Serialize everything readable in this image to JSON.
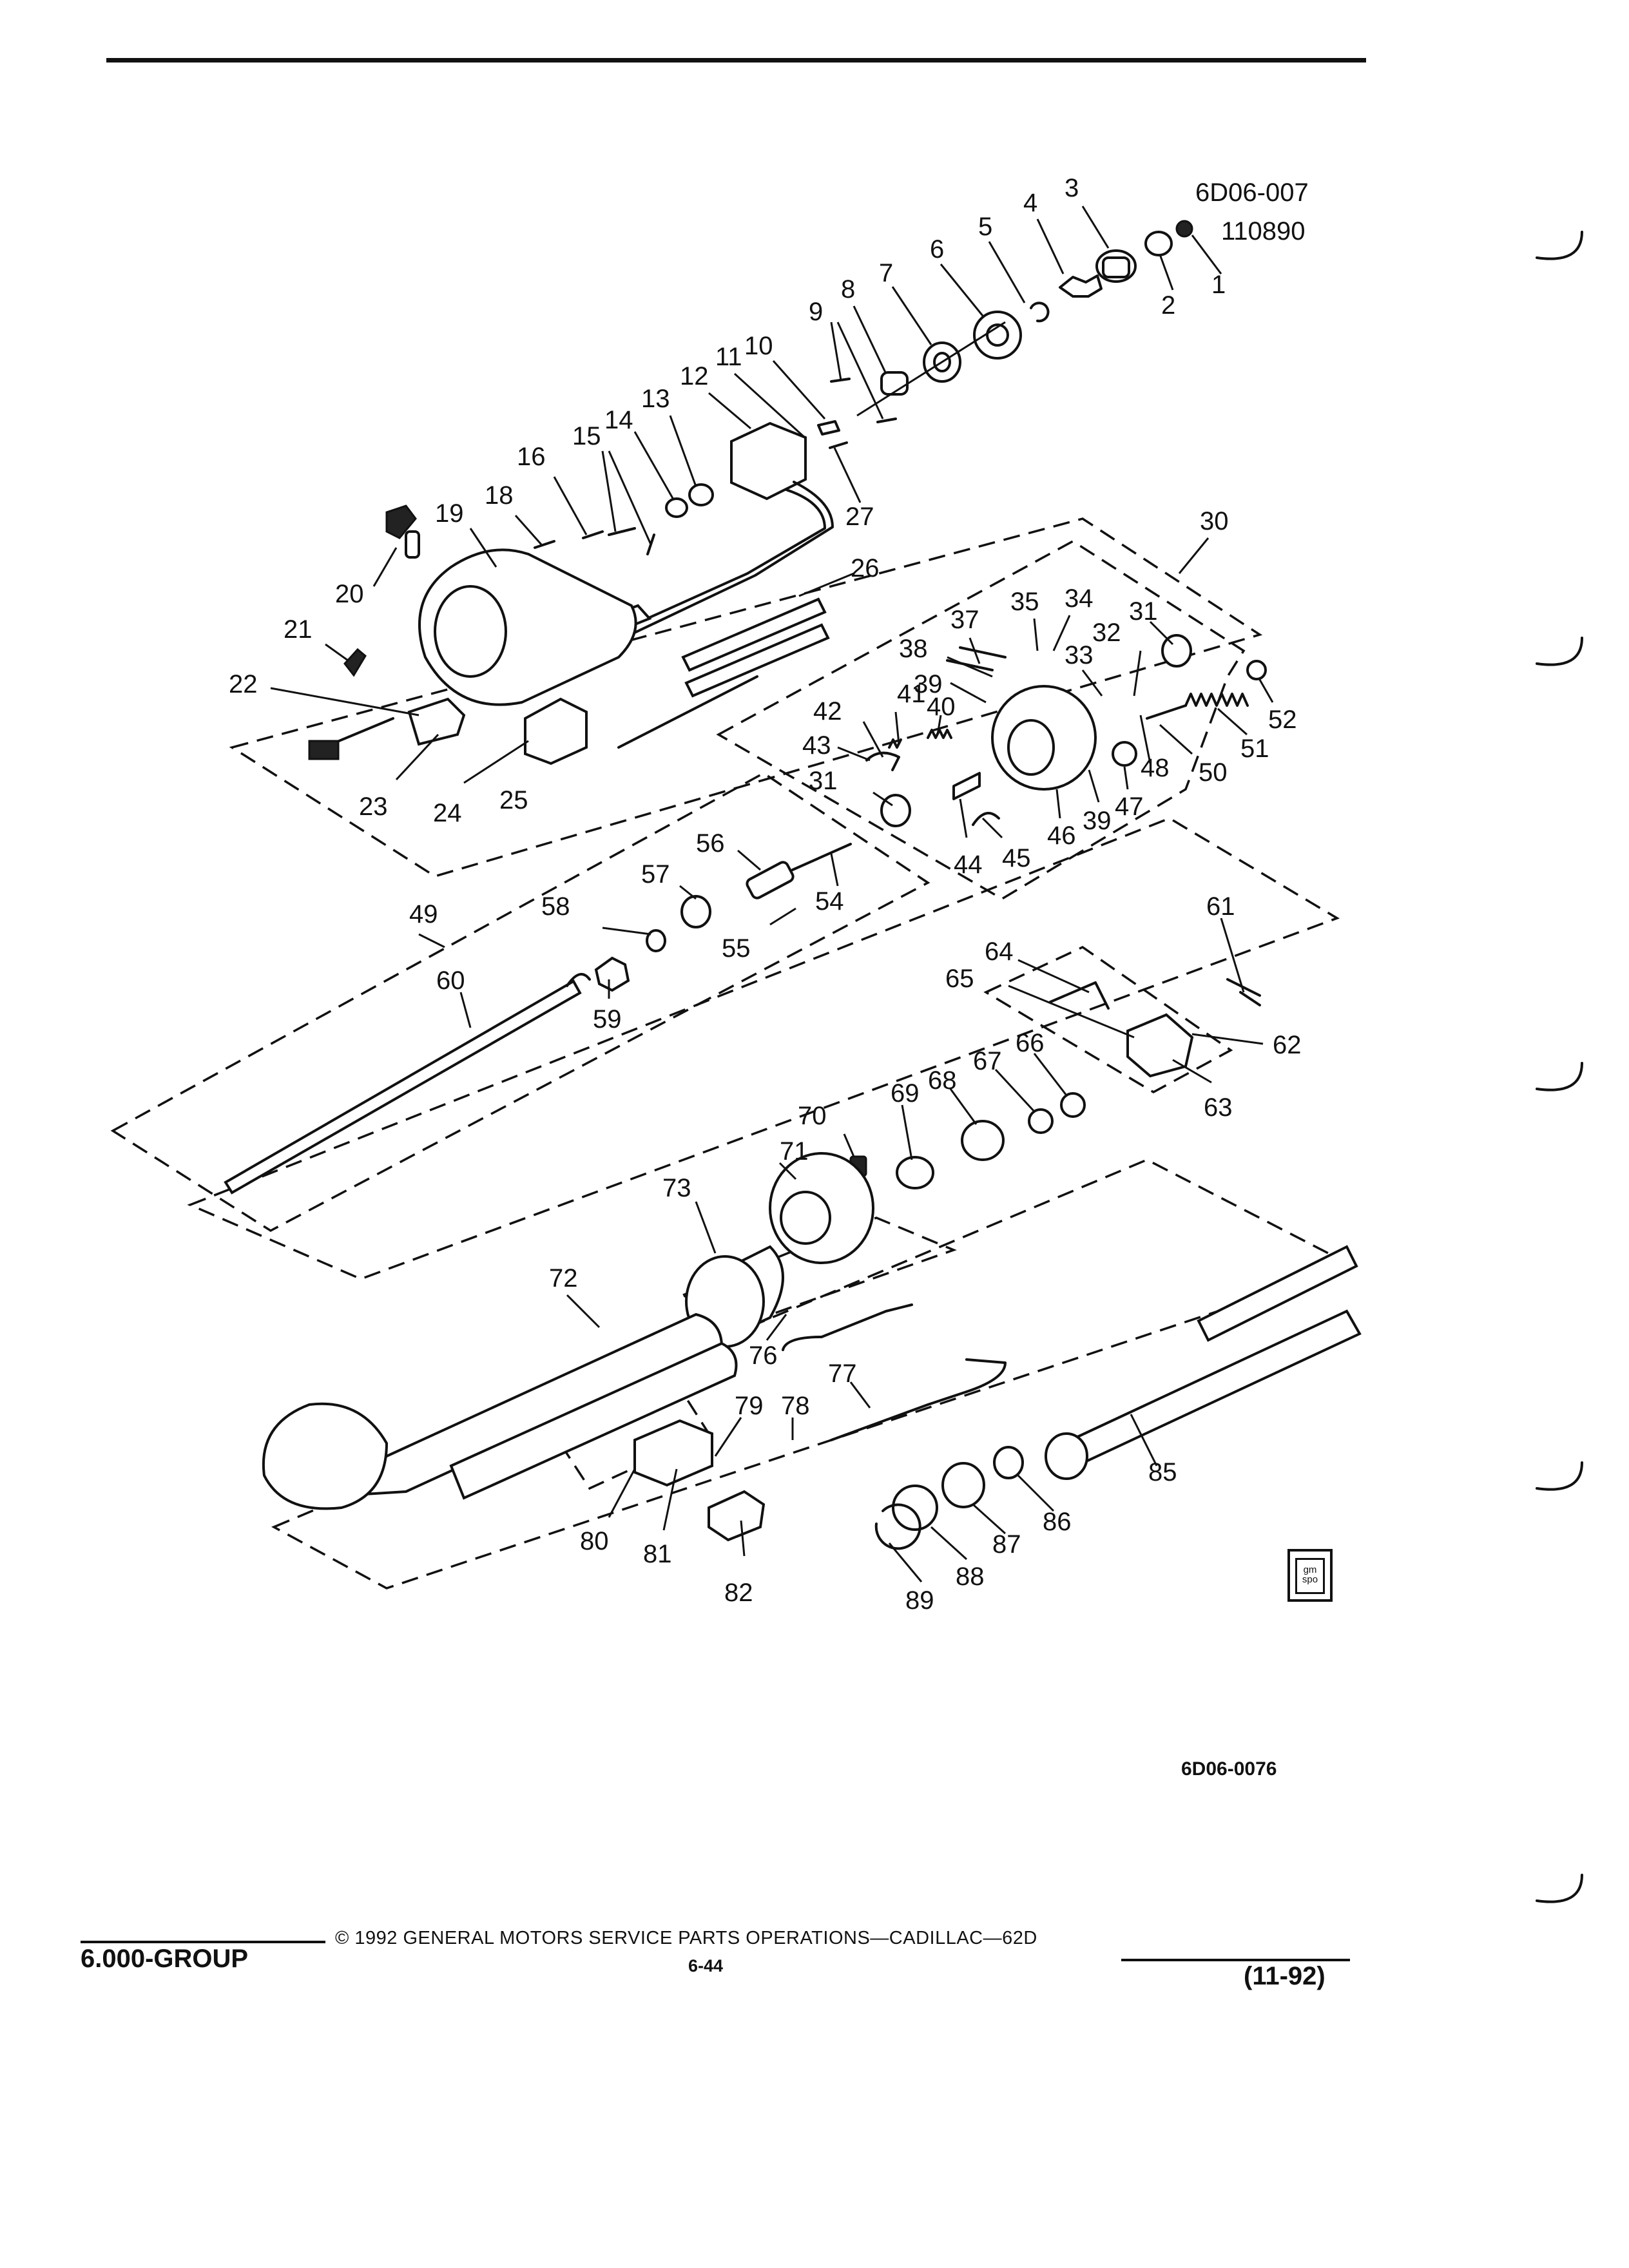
{
  "figure": {
    "code_top": "6D06-007",
    "date_top": "110890",
    "code_bottom": "6D06-0076"
  },
  "callouts": [
    "1",
    "2",
    "3",
    "4",
    "5",
    "6",
    "7",
    "8",
    "9",
    "10",
    "11",
    "12",
    "13",
    "14",
    "15",
    "16",
    "18",
    "19",
    "20",
    "21",
    "22",
    "23",
    "24",
    "25",
    "26",
    "27",
    "30",
    "31",
    "31",
    "32",
    "33",
    "34",
    "35",
    "37",
    "38",
    "39",
    "39",
    "40",
    "41",
    "42",
    "43",
    "44",
    "45",
    "46",
    "47",
    "48",
    "49",
    "50",
    "51",
    "52",
    "54",
    "55",
    "56",
    "57",
    "58",
    "59",
    "60",
    "61",
    "62",
    "63",
    "64",
    "65",
    "66",
    "67",
    "68",
    "69",
    "70",
    "71",
    "72",
    "73",
    "76",
    "77",
    "78",
    "79",
    "80",
    "81",
    "82",
    "85",
    "86",
    "87",
    "88",
    "89"
  ],
  "badge": {
    "line1": "gm",
    "line2": "spo"
  },
  "footer": {
    "group": "6.000-GROUP",
    "copyright": "© 1992 GENERAL MOTORS SERVICE PARTS OPERATIONS—CADILLAC—62D",
    "page": "6-44",
    "date": "(11-92)"
  }
}
